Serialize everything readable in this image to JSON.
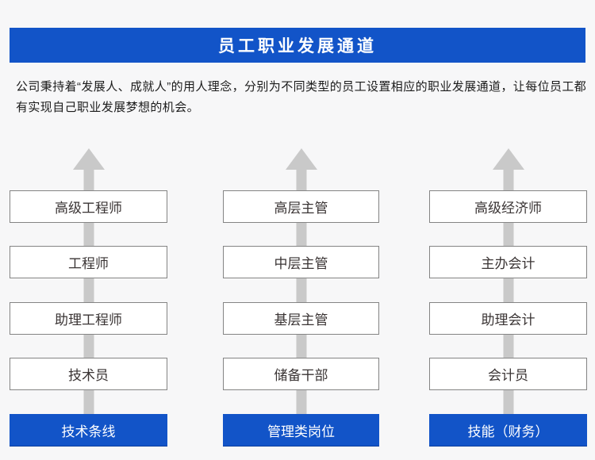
{
  "header": {
    "title": "员工职业发展通道",
    "background_color": "#1254c8",
    "text_color": "#ffffff"
  },
  "intro": {
    "text": "公司秉持着“发展人、成就人”的用人理念，分别为不同类型的员工设置相应的职业发展通道，让每位员工都有实现自己职业发展梦想的机会。"
  },
  "diagram": {
    "arrow_icon": "up-arrow",
    "arrow_color": "#c9c9c9",
    "level_box_background": "#ffffff",
    "level_box_border": "#848484",
    "base_box_background": "#1254c8",
    "columns": [
      {
        "base": "技术条线",
        "levels": [
          "高级工程师",
          "工程师",
          "助理工程师",
          "技术员"
        ]
      },
      {
        "base": "管理类岗位",
        "levels": [
          "高层主管",
          "中层主管",
          "基层主管",
          "储备干部"
        ]
      },
      {
        "base": "技能（财务）",
        "levels": [
          "高级经济师",
          "主办会计",
          "助理会计",
          "会计员"
        ]
      }
    ]
  },
  "page": {
    "background_color": "#f7f7f8"
  }
}
